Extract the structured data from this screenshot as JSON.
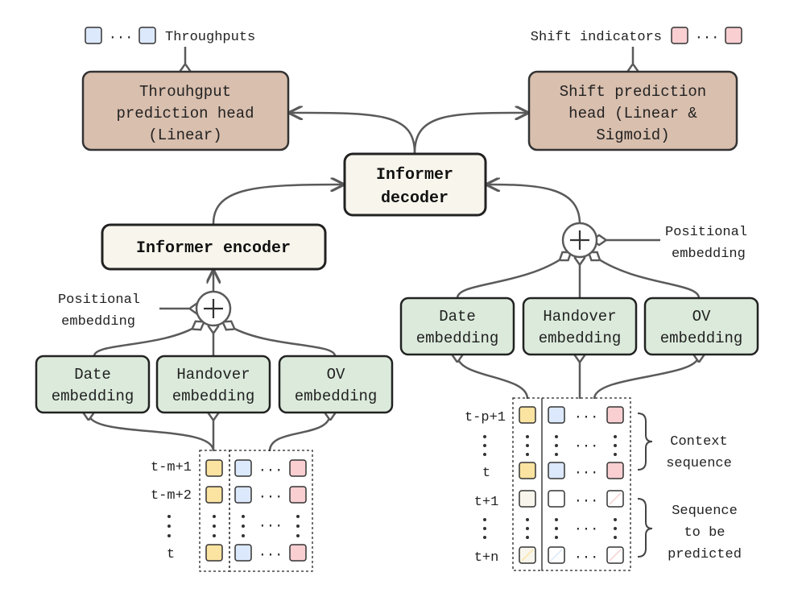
{
  "heads": {
    "throughput": {
      "lines": [
        "Throuhgput",
        "prediction head",
        "(Linear)"
      ],
      "fill": "#d9bfae"
    },
    "shift": {
      "lines": [
        "Shift prediction",
        "head (Linear &",
        "Sigmoid)"
      ],
      "fill": "#d9bfae"
    }
  },
  "outputs": {
    "throughputs_label": "Throughputs",
    "shift_label": "Shift indicators"
  },
  "decoder": {
    "lines": [
      "Informer",
      "decoder"
    ]
  },
  "encoder": {
    "label": "Informer encoder"
  },
  "positional_embedding": {
    "lines": [
      "Positional",
      "embedding"
    ]
  },
  "embeddings": {
    "date": [
      "Date",
      "embedding"
    ],
    "handover": [
      "Handover",
      "embedding"
    ],
    "ov": [
      "OV",
      "embedding"
    ],
    "fill": "#dbeadb"
  },
  "encoder_rows": [
    "t-m+1",
    "t-m+2",
    "t"
  ],
  "decoder_rows": [
    "t-p+1",
    "t",
    "t+1",
    "t+n"
  ],
  "sequence_labels": {
    "context": [
      "Context",
      "sequence"
    ],
    "predict": [
      "Sequence",
      "to be",
      "predicted"
    ]
  },
  "colors": {
    "yellow": "#fbe3a1",
    "blue": "#dce8fb",
    "pink": "#f9cfd2",
    "white": "#ffffff",
    "cream": "#f8f6ec"
  }
}
